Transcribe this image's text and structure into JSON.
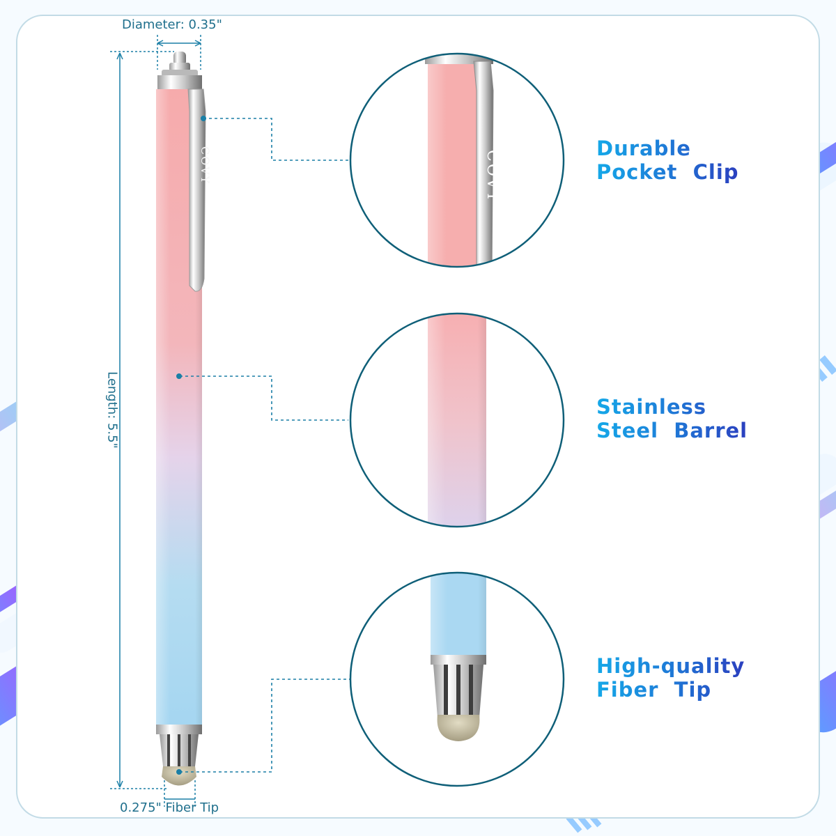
{
  "brand": "COVY",
  "dimensions": {
    "diameter": "Diameter: 0.35\"",
    "length": "Length: 5.5\"",
    "tip": "0.275\" Fiber Tip"
  },
  "features": [
    {
      "line1": "Durable",
      "line2": "Pocket  Clip"
    },
    {
      "line1": "Stainless",
      "line2": "Steel  Barrel"
    },
    {
      "line1": "High-quality",
      "line2": "Fiber  Tip"
    }
  ],
  "colors": {
    "barrel_top": "#f6aeae",
    "barrel_mid": "#e7d2ea",
    "barrel_bottom": "#a9d9f2",
    "accent": "#1a7fa6",
    "feature_text_start": "#15a8e8",
    "feature_text_end": "#2b3fbf",
    "fiber_tip": "#c9c1a6"
  },
  "icons": [
    "pocket-clip-icon",
    "metal-ferrule-icon",
    "fiber-tip-icon"
  ]
}
